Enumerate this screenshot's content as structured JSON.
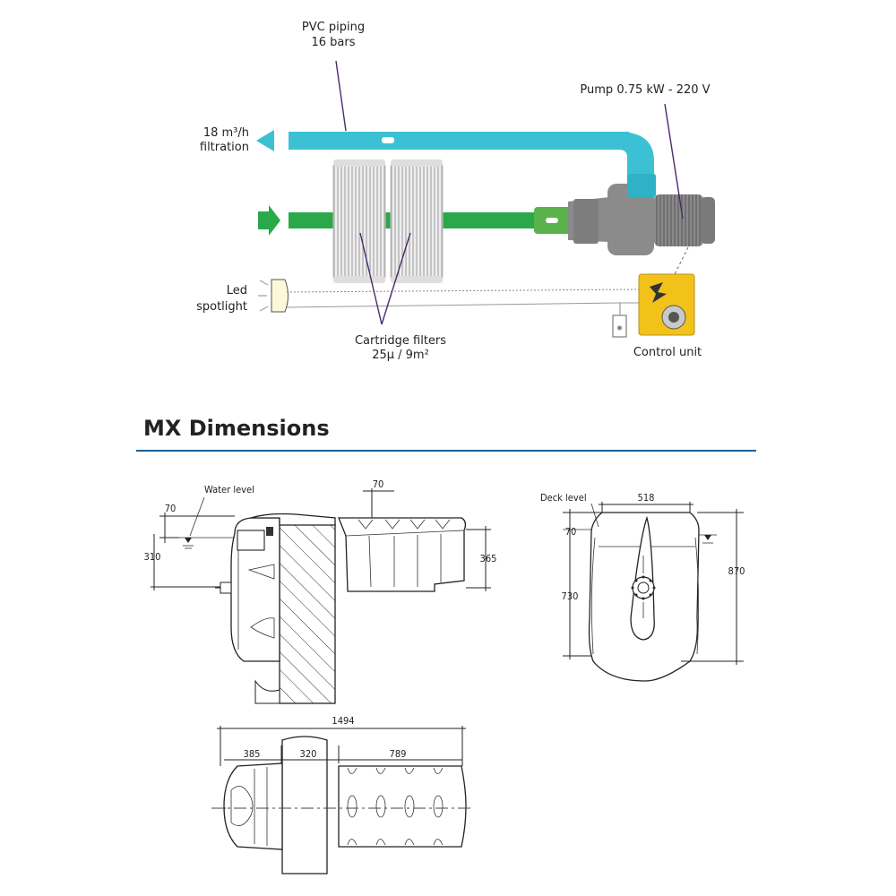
{
  "labels": {
    "pvc_piping": [
      "PVC piping",
      "16 bars"
    ],
    "pump": "Pump 0.75 kW - 220 V",
    "filtration": [
      "18 m³/h",
      "filtration"
    ],
    "led": [
      "Led",
      "spotlight"
    ],
    "cartridge": [
      "Cartridge filters",
      "25µ / 9m²"
    ],
    "control": "Control unit"
  },
  "heading": "MX Dimensions",
  "dims": {
    "water_level": "Water level",
    "deck_level": "Deck level",
    "d70_a": "70",
    "d70_b": "70",
    "d70_c": "70",
    "d310": "310",
    "d365": "365",
    "d518": "518",
    "d730": "730",
    "d870": "870",
    "d1494": "1494",
    "d385": "385",
    "d320": "320",
    "d789": "789"
  },
  "colors": {
    "blue_pipe": "#3cc1d4",
    "green_pipe": "#2aa84a",
    "pump_grey": "#7d7d7d",
    "control_yellow": "#f2c21b",
    "rule_blue": "#1d5f98"
  }
}
